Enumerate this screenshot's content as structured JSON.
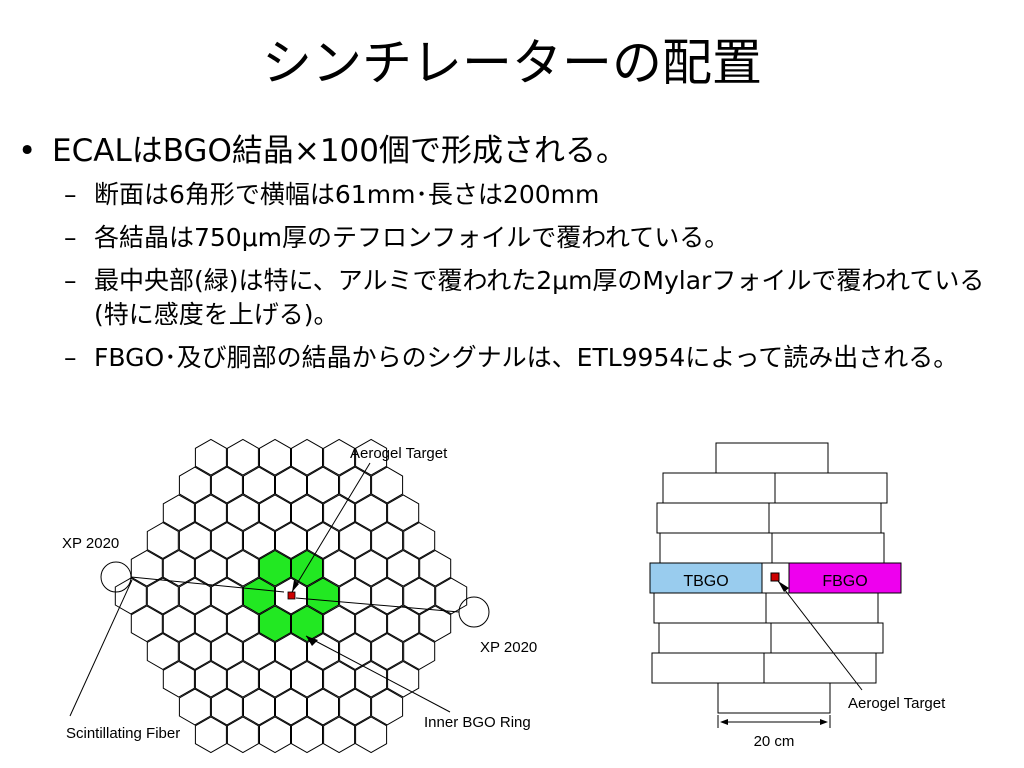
{
  "slide": {
    "title": "シンチレーターの配置",
    "bullet": {
      "text": "ECALはBGO結晶×100個で形成される。",
      "subs": [
        "断面は6角形で横幅は61mm･長さは200mm",
        "各結晶は750μm厚のテフロンフォイルで覆われている。",
        "最中央部(緑)は特に、アルミで覆われた2μm厚のMylarフォイルで覆われている(特に感度を上げる)。",
        "FBGO･及び胴部の結晶からのシグナルは、ETL9954によって読み出される。"
      ]
    }
  },
  "hex_diagram": {
    "labels": {
      "aerogel_target": "Aerogel Target",
      "xp_left": "XP 2020",
      "xp_right": "XP 2020",
      "scintillating_fiber": "Scintillating Fiber",
      "inner_bgo_ring": "Inner BGO Ring"
    },
    "colors": {
      "inner_ring": "#22e822",
      "target": "#cc0000",
      "outline": "#000000"
    }
  },
  "side_diagram": {
    "labels": {
      "tbgo": "TBGO",
      "fbgo": "FBGO",
      "aerogel_target": "Aerogel Target",
      "scale": "20 cm"
    },
    "colors": {
      "tbgo": "#99ccee",
      "fbgo": "#ee00ee",
      "target": "#cc0000"
    }
  }
}
